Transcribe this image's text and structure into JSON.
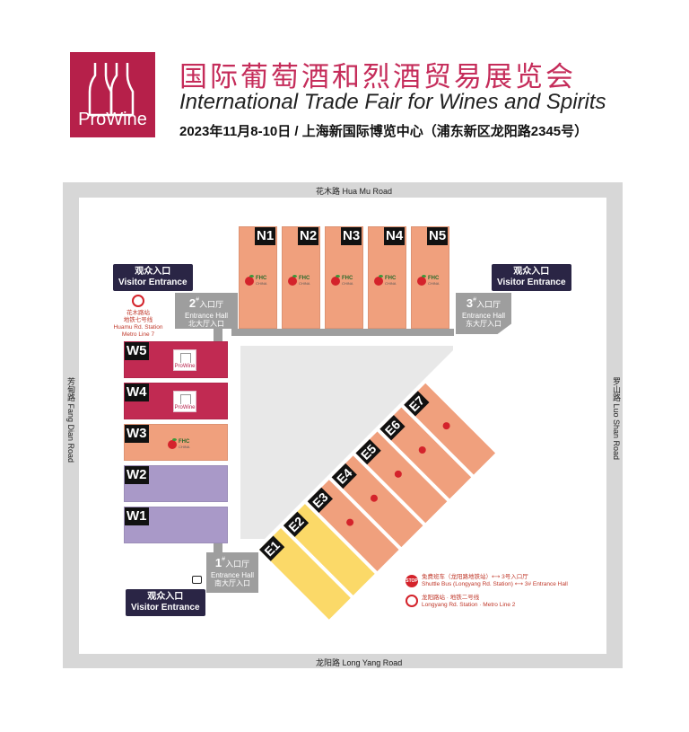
{
  "header": {
    "logo_text": "ProWine",
    "title_cn": "国际葡萄酒和烈酒贸易展览会",
    "title_en": "International Trade Fair for Wines and Spirits",
    "date_venue": "2023年11月8-10日 / 上海新国际博览中心（浦东新区龙阳路2345号）"
  },
  "roads": {
    "north": "花木路 Hua Mu Road",
    "south": "龙阳路 Long Yang Road",
    "west": "芳甸路 Fang Dian Road",
    "east": "罗山路 Luo Shan Road"
  },
  "halls": {
    "north": [
      "N1",
      "N2",
      "N3",
      "N4",
      "N5"
    ],
    "west": [
      "W5",
      "W4",
      "W3",
      "W2",
      "W1"
    ],
    "east": [
      "E1",
      "E2",
      "E3",
      "E4",
      "E5",
      "E6",
      "E7"
    ]
  },
  "brands": {
    "prowine": "ProWine",
    "fhc": "FHC",
    "fhc_sub": "CHINA"
  },
  "entrances": {
    "e1": {
      "num": "1",
      "sup": "#",
      "cn": "入口厅",
      "en": "Entrance Hall",
      "cn2": "南大厅入口"
    },
    "e2": {
      "num": "2",
      "sup": "#",
      "cn": "入口厅",
      "en": "Entrance Hall",
      "cn2": "北大厅入口"
    },
    "e3": {
      "num": "3",
      "sup": "#",
      "cn": "入口厅",
      "en": "Entrance Hall",
      "cn2": "东大厅入口"
    }
  },
  "visitor_entrance": {
    "cn": "观众入口",
    "en": "Visitor Entrance"
  },
  "metro_huamu": {
    "cn1": "花木路站",
    "cn2": "地铁七号线",
    "en1": "Huamu Rd. Station",
    "en2": "Metro Line 7"
  },
  "legend": {
    "stop": "STOP",
    "shuttle_cn": "免费班车（龙阳路地铁站）⟷ 3号入口厅",
    "shuttle_en": "Shuttle Bus (Longyang Rd. Station) ⟷ 3# Entrance Hall",
    "metro_cn": "龙阳路站 · 地铁二号线",
    "metro_en": "Longyang Rd. Station · Metro Line 2"
  },
  "colors": {
    "prowine": "#c12a52",
    "fhc": "#f0a07d",
    "violet": "#a999c8",
    "yellow": "#fbd968",
    "entrance": "#9e9e9e",
    "visitor": "#2a2545"
  }
}
